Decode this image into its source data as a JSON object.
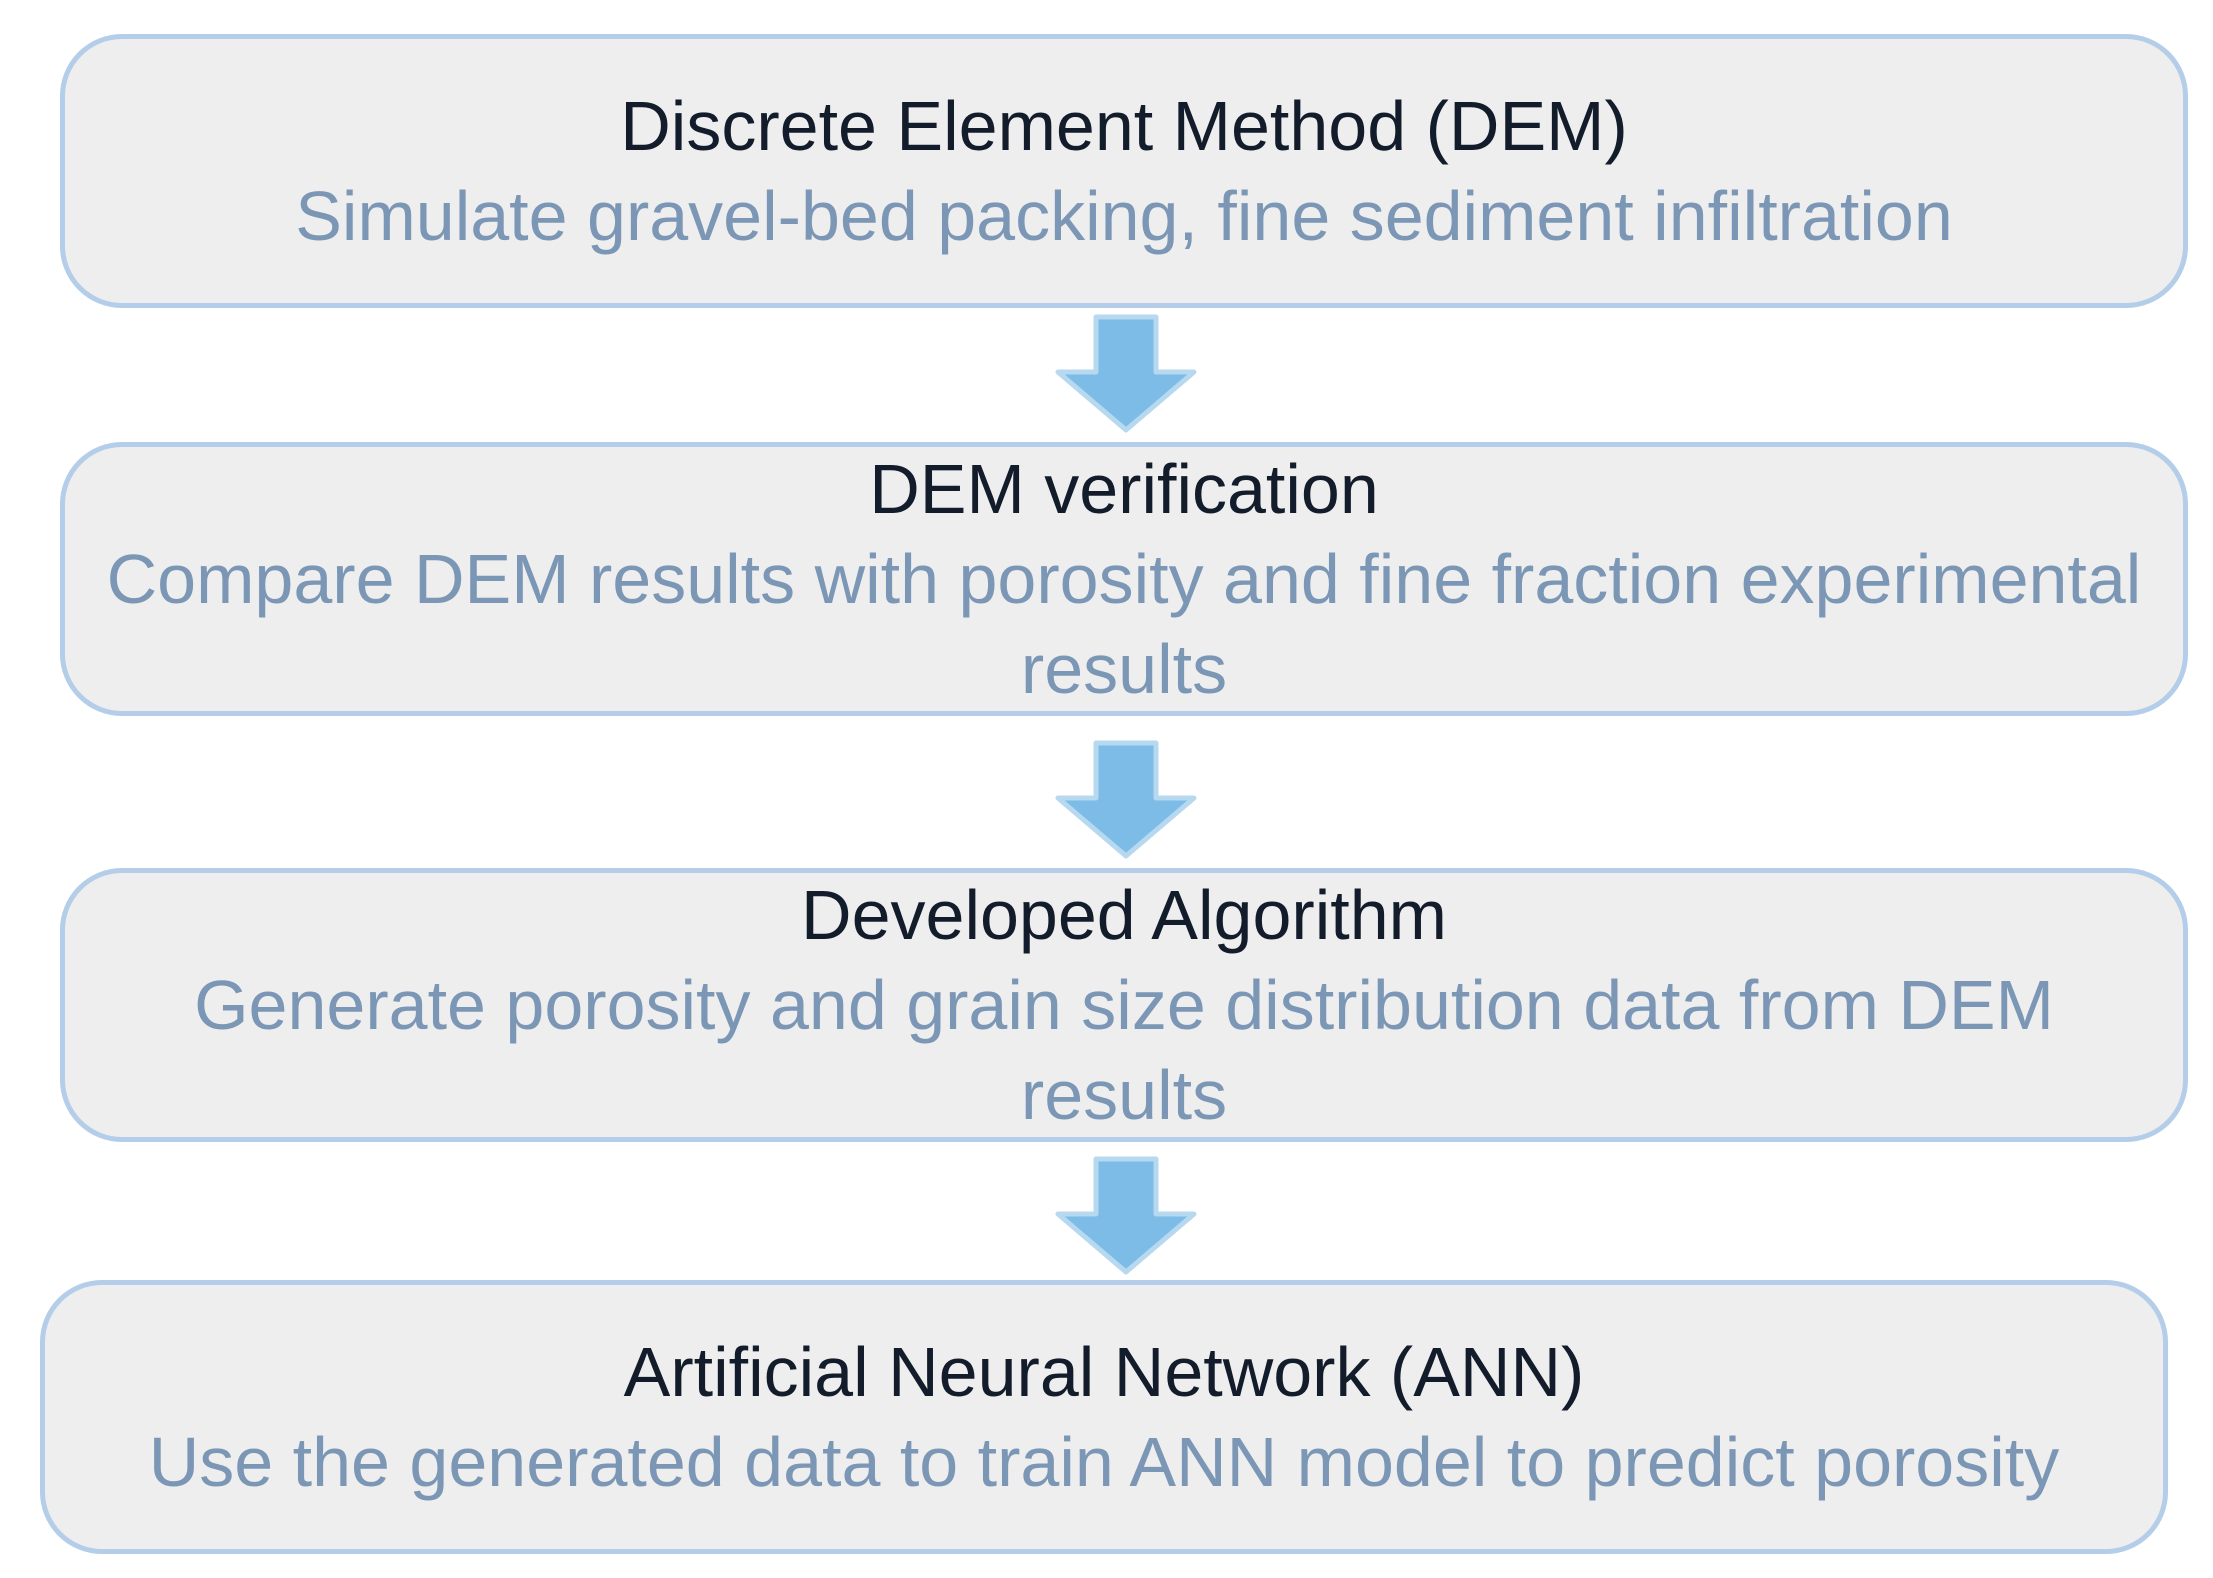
{
  "colors": {
    "box_fill": "#eeeeee",
    "box_border": "#b4cde8",
    "title_text": "#131c2b",
    "description_text": "#7b97b5",
    "arrow_fill": "#7cbce6",
    "arrow_outline": "#b7d9f0"
  },
  "steps": [
    {
      "title": "Discrete Element Method (DEM)",
      "description": "Simulate gravel-bed packing, fine sediment infiltration"
    },
    {
      "title": "DEM verification",
      "description": "Compare DEM results with porosity and fine fraction experimental results"
    },
    {
      "title": "Developed Algorithm",
      "description": "Generate porosity and grain size distribution data from DEM results"
    },
    {
      "title": "Artificial Neural Network (ANN)",
      "description": "Use the generated data to train ANN model to predict porosity"
    }
  ],
  "arrows": [
    {
      "icon": "arrow-down-icon"
    },
    {
      "icon": "arrow-down-icon"
    },
    {
      "icon": "arrow-down-icon"
    }
  ]
}
